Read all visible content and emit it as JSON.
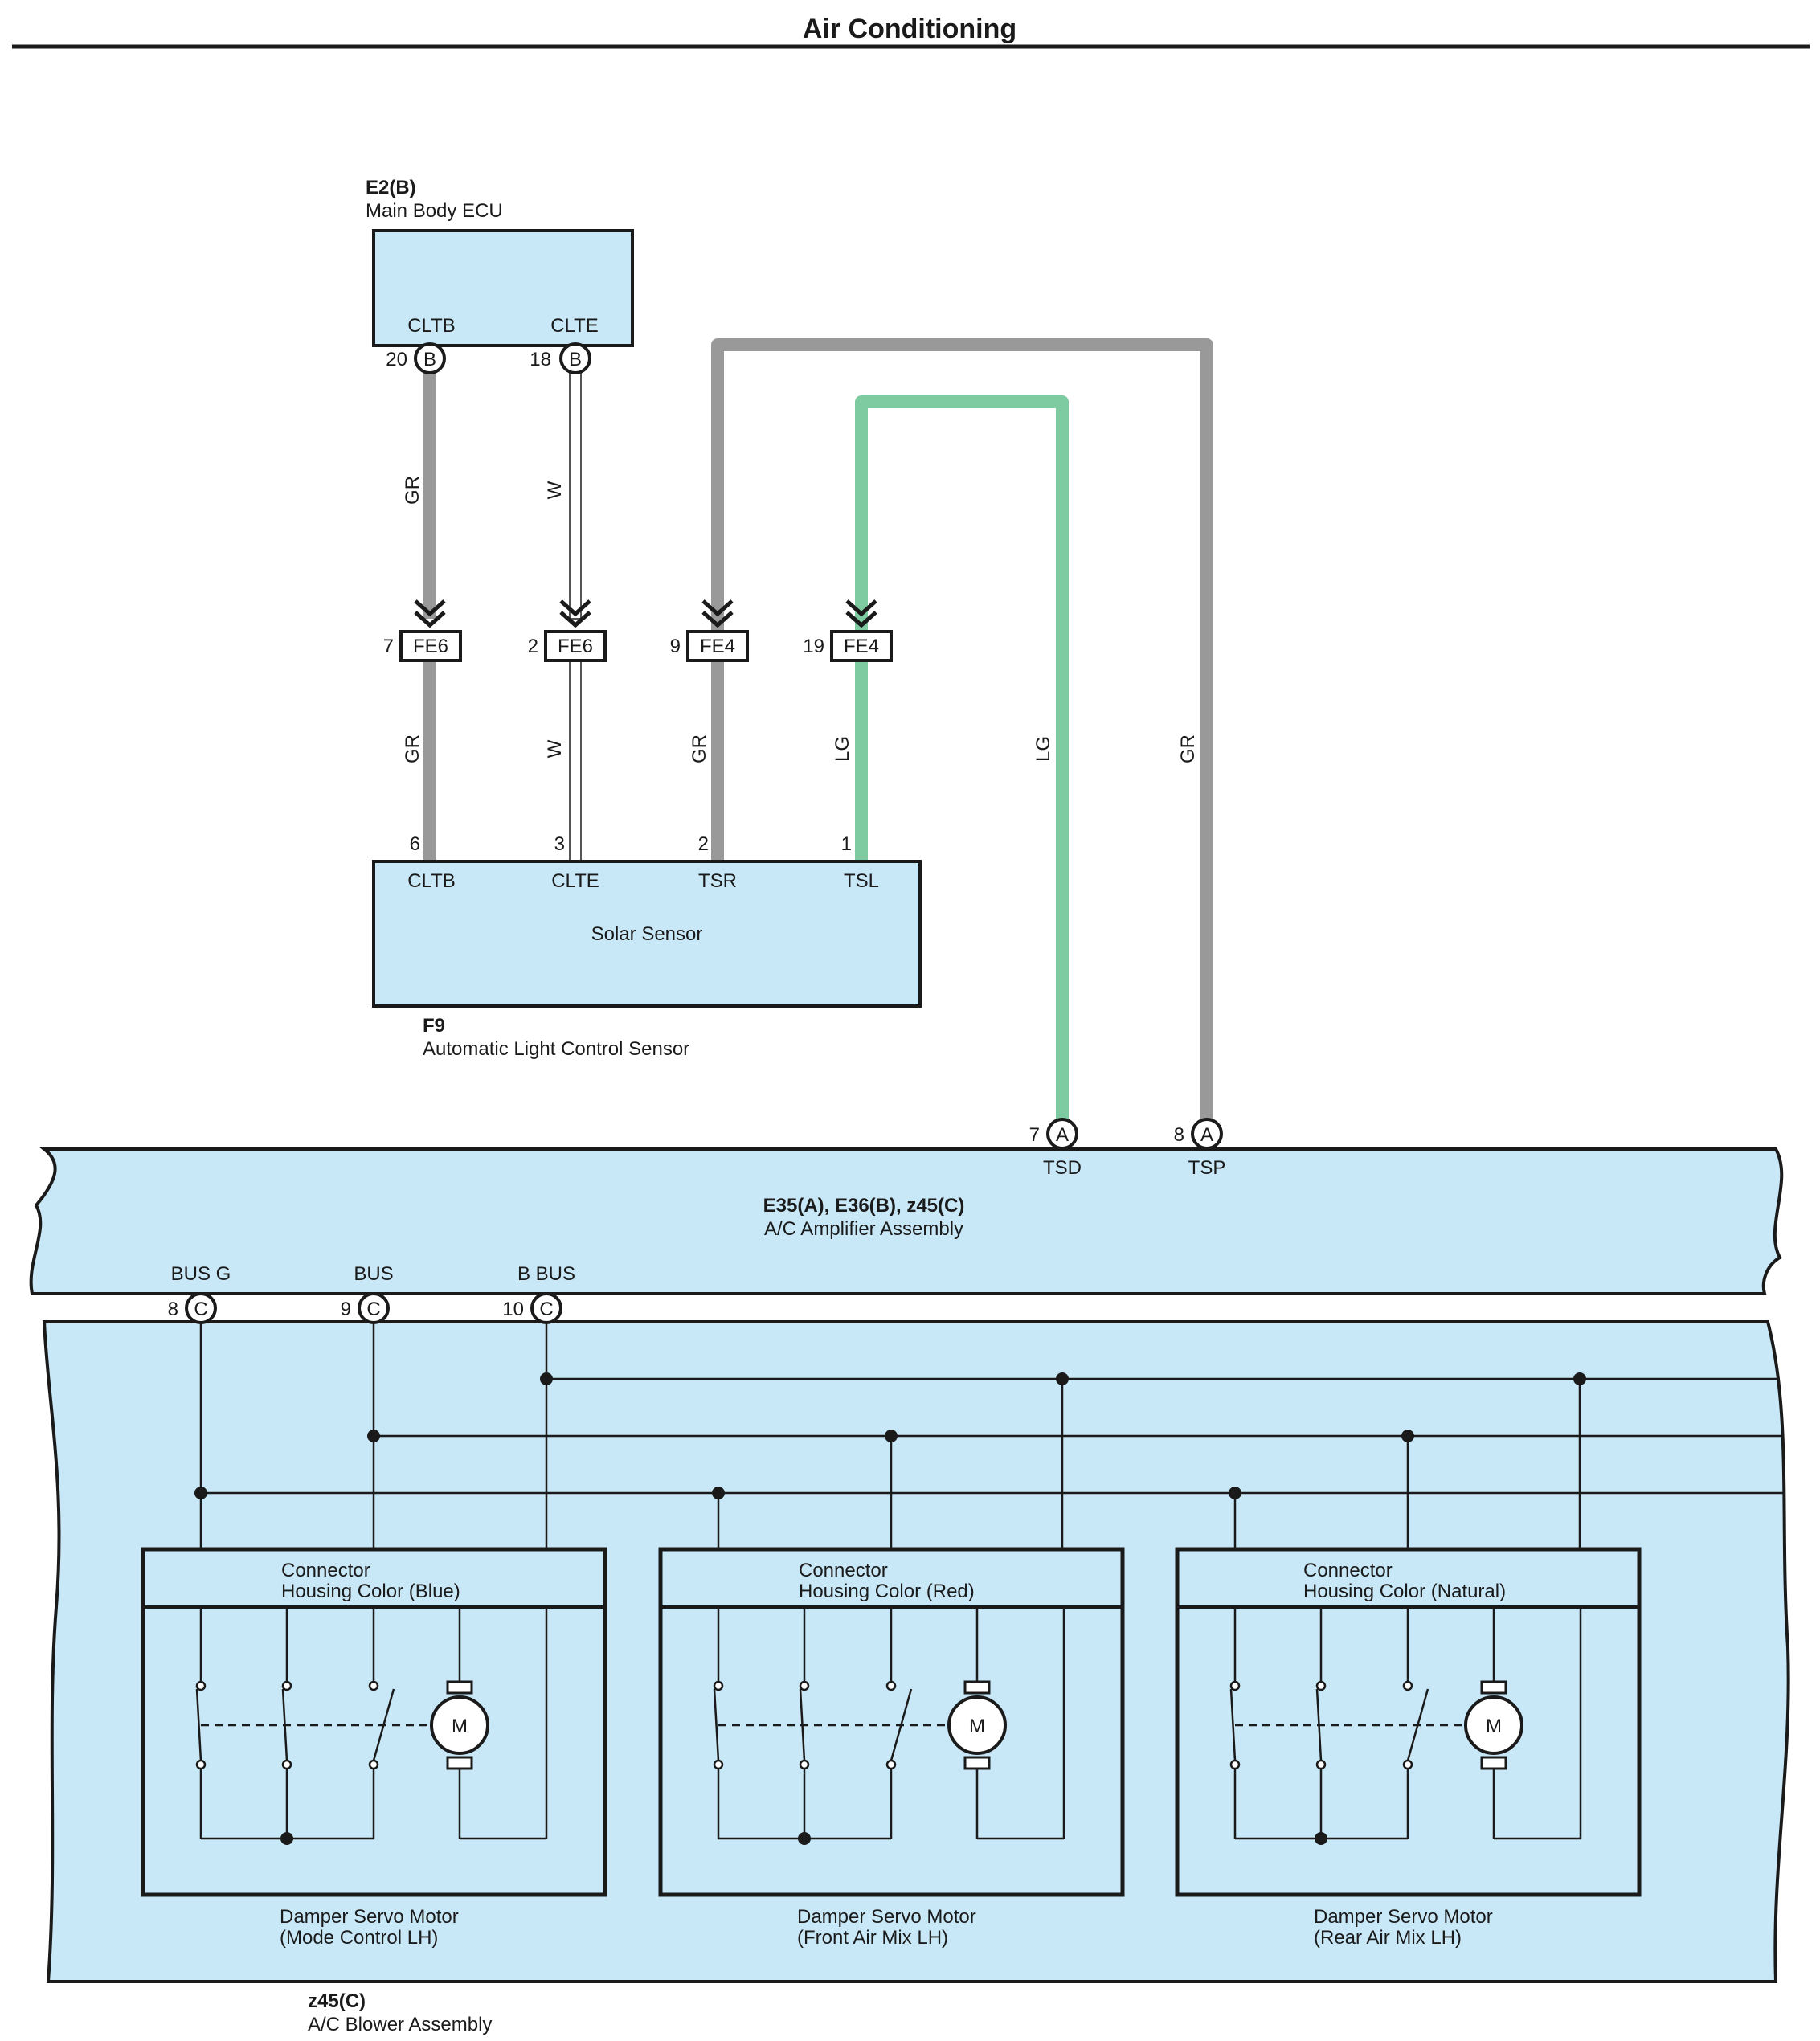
{
  "page": {
    "title": "Air Conditioning"
  },
  "colors": {
    "wire_gr": "#999999",
    "wire_lg": "#7ecba1",
    "wire_w": "#ffffff",
    "component_fill": "#c8e8f8",
    "ink": "#1a1a1a"
  },
  "ecu": {
    "code": "E2(B)",
    "name": "Main Body ECU",
    "terminals": [
      {
        "pin": "20",
        "connector": "B",
        "label": "CLTB"
      },
      {
        "pin": "18",
        "connector": "B",
        "label": "CLTE"
      }
    ]
  },
  "junctions": [
    {
      "pin": "7",
      "connector": "FE6"
    },
    {
      "pin": "2",
      "connector": "FE6"
    },
    {
      "pin": "9",
      "connector": "FE4"
    },
    {
      "pin": "19",
      "connector": "FE4"
    }
  ],
  "wire_labels": {
    "cltb_upper": "GR",
    "clte_upper": "W",
    "cltb_lower": "GR",
    "clte_lower": "W",
    "tsr_lower": "GR",
    "tsl_lower": "LG",
    "tsd_wire": "LG",
    "tsp_wire": "GR"
  },
  "sensor": {
    "code": "F9",
    "name": "Automatic Light Control Sensor",
    "inner_label": "Solar Sensor",
    "terminals": [
      {
        "pin": "6",
        "label": "CLTB"
      },
      {
        "pin": "3",
        "label": "CLTE"
      },
      {
        "pin": "2",
        "label": "TSR"
      },
      {
        "pin": "1",
        "label": "TSL"
      }
    ]
  },
  "amplifier": {
    "code": "E35(A), E36(B), z45(C)",
    "name": "A/C Amplifier Assembly",
    "top_terminals": [
      {
        "pin": "7",
        "connector": "A",
        "label": "TSD"
      },
      {
        "pin": "8",
        "connector": "A",
        "label": "TSP"
      }
    ],
    "bottom_terminals": [
      {
        "pin": "8",
        "connector": "C",
        "label": "BUS G"
      },
      {
        "pin": "9",
        "connector": "C",
        "label": "BUS"
      },
      {
        "pin": "10",
        "connector": "C",
        "label": "B BUS"
      }
    ]
  },
  "blower": {
    "code": "z45(C)",
    "name": "A/C Blower Assembly"
  },
  "servos": [
    {
      "connector_line1": "Connector",
      "connector_line2": "Housing Color (Blue)",
      "name_line1": "Damper Servo Motor",
      "name_line2": "(Mode Control LH)",
      "motor": "M"
    },
    {
      "connector_line1": "Connector",
      "connector_line2": "Housing Color (Red)",
      "name_line1": "Damper Servo Motor",
      "name_line2": "(Front Air Mix LH)",
      "motor": "M"
    },
    {
      "connector_line1": "Connector",
      "connector_line2": "Housing Color (Natural)",
      "name_line1": "Damper Servo Motor",
      "name_line2": "(Rear Air Mix LH)",
      "motor": "M"
    }
  ]
}
